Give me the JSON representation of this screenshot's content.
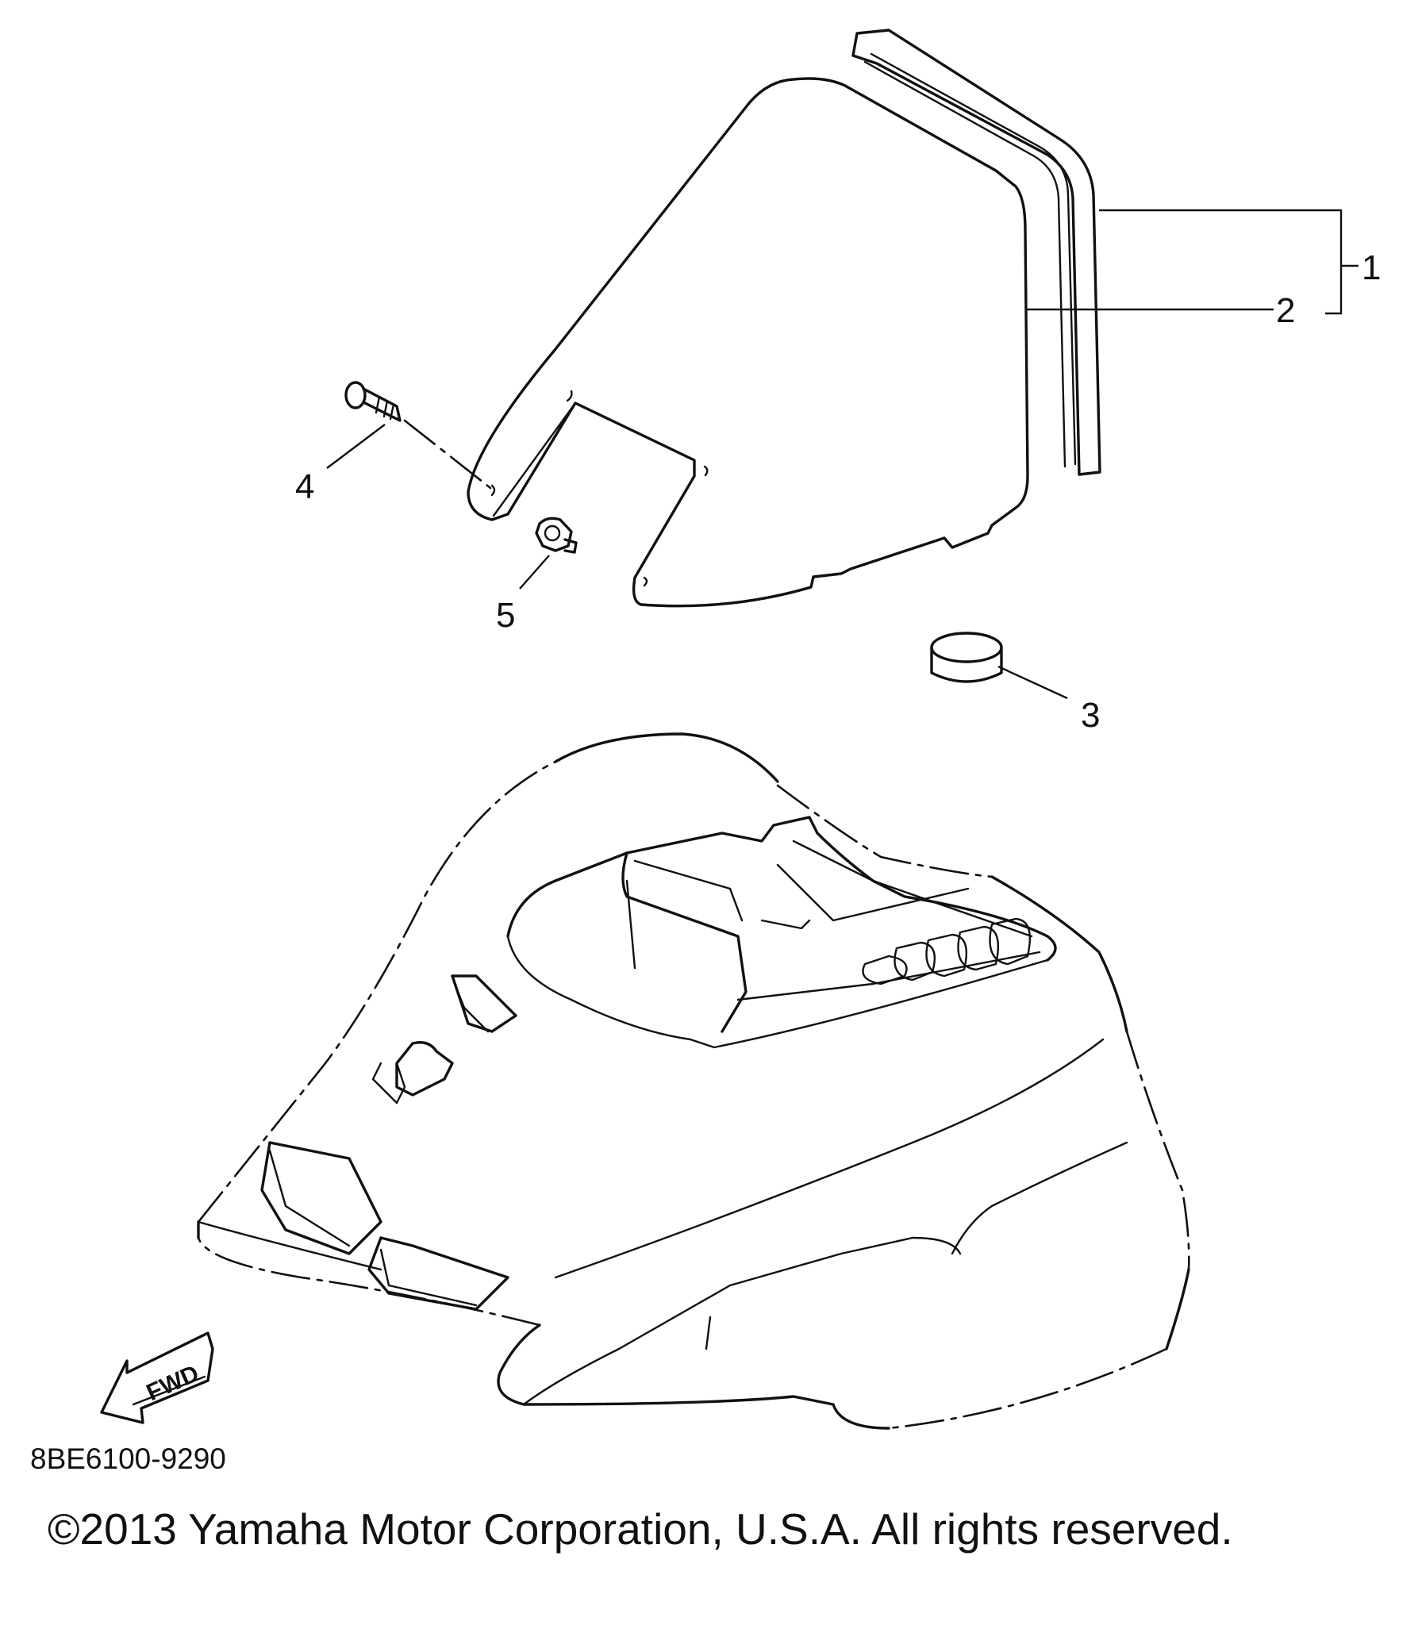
{
  "diagram": {
    "callouts": [
      {
        "id": "1",
        "label": "1"
      },
      {
        "id": "2",
        "label": "2"
      },
      {
        "id": "3",
        "label": "3"
      },
      {
        "id": "4",
        "label": "4"
      },
      {
        "id": "5",
        "label": "5"
      }
    ],
    "fwd_arrow_label": "FWD",
    "part_code": "8BE6100-9290",
    "copyright": "©2013 Yamaha Motor Corporation, U.S.A. All rights reserved."
  }
}
